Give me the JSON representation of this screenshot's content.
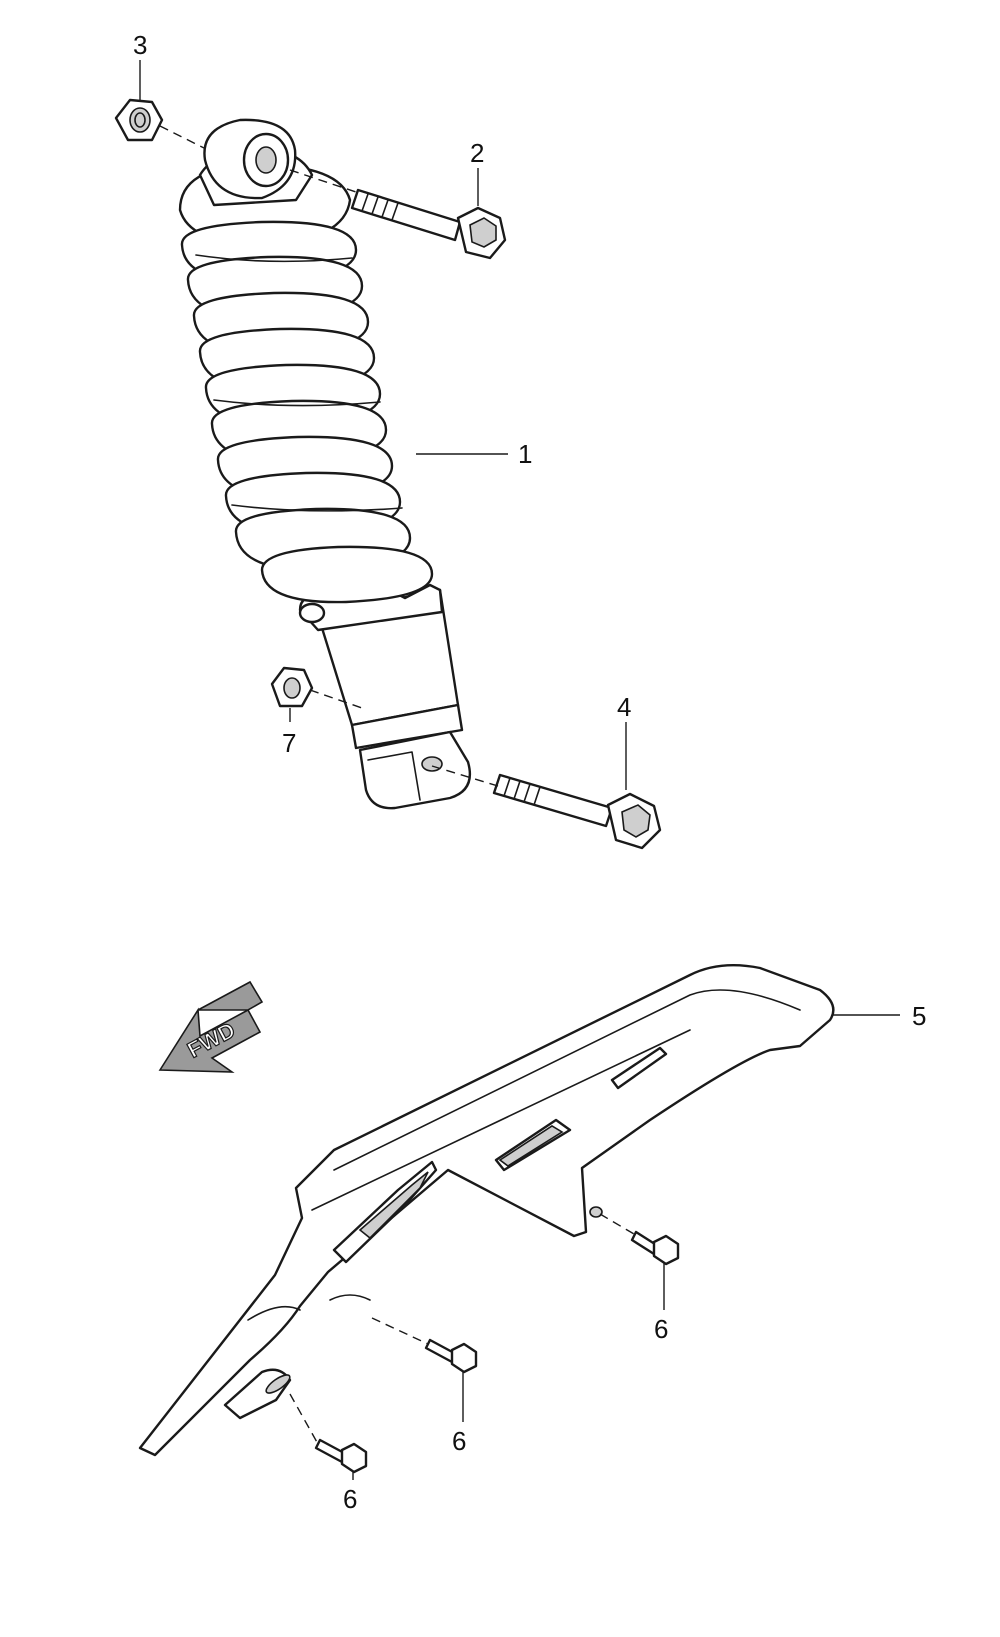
{
  "callouts": {
    "c1": "1",
    "c2": "2",
    "c3": "3",
    "c4": "4",
    "c5": "5",
    "c6a": "6",
    "c6b": "6",
    "c6c": "6",
    "c7": "7"
  },
  "fwd_label": "FWD",
  "colors": {
    "line": "#1a1a1a",
    "fill": "#ffffff",
    "shade": "#cfcfcf",
    "arrow": "#9a9a9a"
  },
  "icons": {
    "fwd": "left-arrow-icon"
  }
}
